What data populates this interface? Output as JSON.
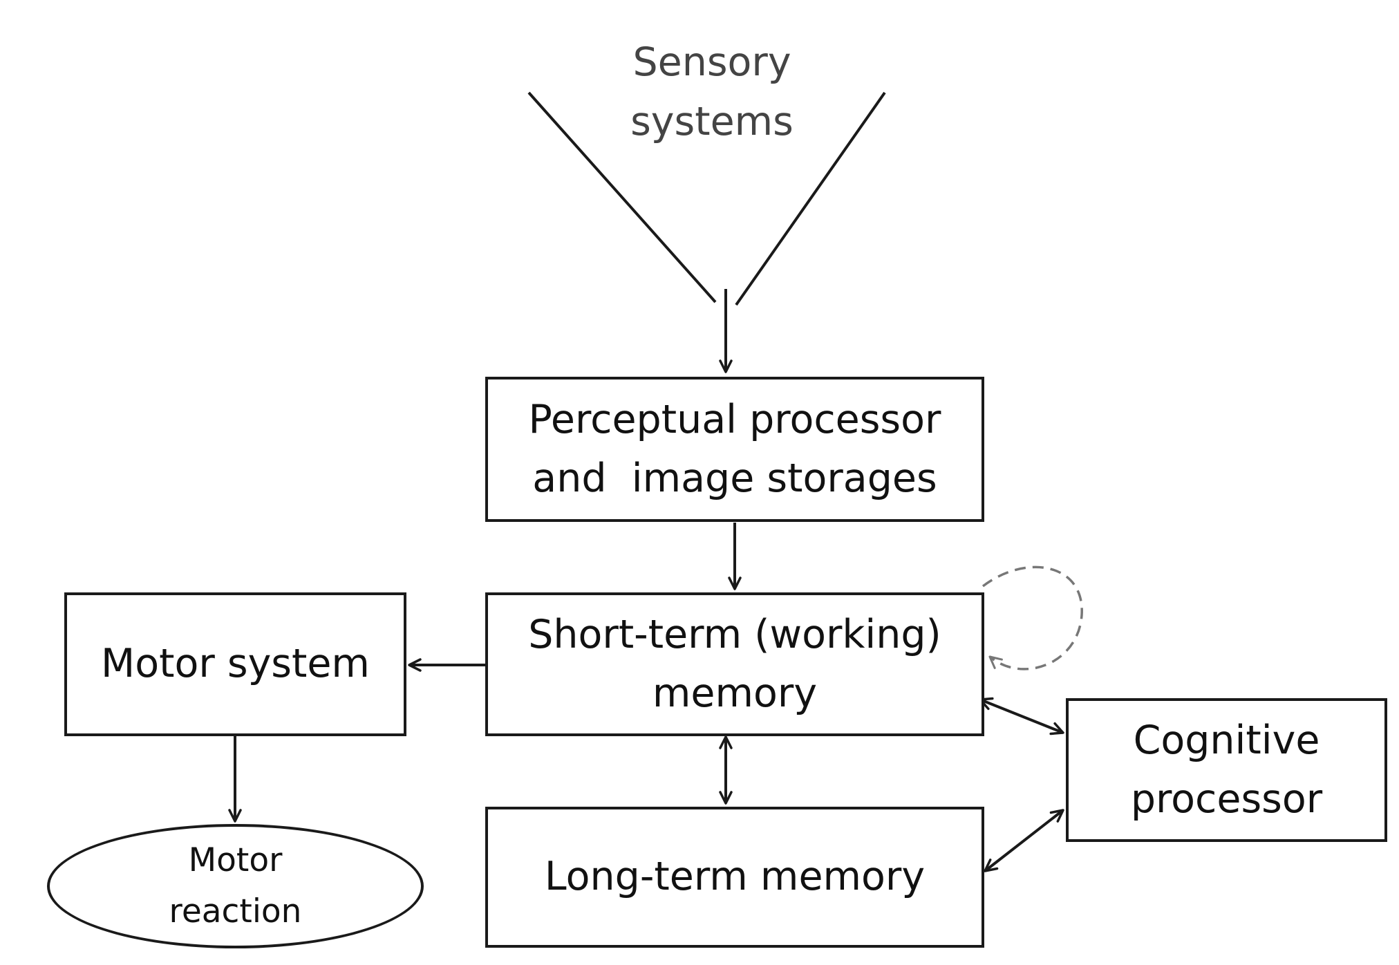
{
  "diagram": {
    "sensory": {
      "line1": "Sensory",
      "line2": "systems"
    },
    "perceptual": {
      "line1": "Perceptual processor",
      "line2": "and  image storages"
    },
    "short_term": {
      "line1": "Short-term (working)",
      "line2": "memory"
    },
    "motor_system": {
      "label": "Motor system"
    },
    "motor_reaction": {
      "line1": "Motor",
      "line2": "reaction"
    },
    "long_term": {
      "label": "Long-term memory"
    },
    "cognitive": {
      "line1": "Cognitive",
      "line2": "processor"
    }
  },
  "colors": {
    "stroke": "#1a1a1a",
    "text": "#111111",
    "dashed_loop": "#777777",
    "background": "#ffffff"
  }
}
